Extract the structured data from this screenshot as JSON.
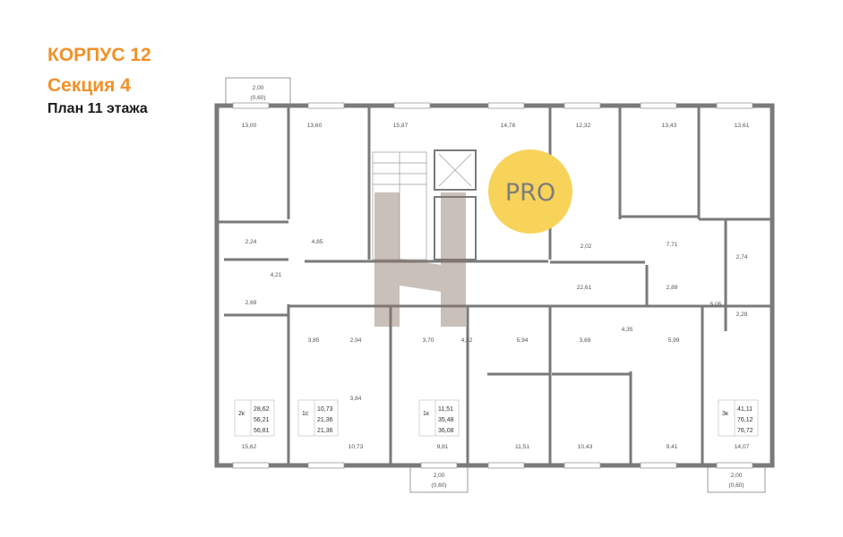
{
  "header": {
    "building": "КОРПУС 12",
    "section": "Секция 4",
    "floor_plan": "План 11 этажа"
  },
  "badge": {
    "text": "PRO",
    "color": "#f8d35a"
  },
  "colors": {
    "accent": "#f0912a",
    "wall": "#7a7a7a"
  },
  "rooms": {
    "r1": "13,00",
    "r2": "13,60",
    "r3": "15,87",
    "r4": "14,76",
    "r5": "12,32",
    "r6": "13,43",
    "r7": "13,61",
    "r8": "2,24",
    "r9": "4,85",
    "r10": "2,02",
    "r11": "7,71",
    "r12": "2,74",
    "r13": "4,21",
    "r14": "22,61",
    "r15": "2,89",
    "r16": "2,69",
    "r17": "5,05",
    "r18": "2,28",
    "r19": "3,85",
    "r20": "2,94",
    "r21": "3,70",
    "r22": "4,52",
    "r23": "5,94",
    "r24": "3,69",
    "r25": "4,35",
    "r26": "5,99",
    "r27": "3,84",
    "r28": "15,62",
    "r29": "10,73",
    "r30": "9,81",
    "r31": "11,51",
    "r32": "10,43",
    "r33": "9,41",
    "r34": "14,07"
  },
  "balconies": {
    "top": {
      "area": "2,00",
      "sub": "(0,60)"
    },
    "bottom_middle": {
      "area": "2,00",
      "sub": "(0,60)"
    },
    "bottom_right": {
      "area": "2,00",
      "sub": "(0,60)"
    }
  },
  "apartments": [
    {
      "type": "2к",
      "living": "28,62",
      "total": "56,21",
      "total_with_balcony": "56,81"
    },
    {
      "type": "1с",
      "living": "10,73",
      "total": "21,36",
      "total_with_balcony": "21,36"
    },
    {
      "type": "1к",
      "living": "11,51",
      "total": "35,48",
      "total_with_balcony": "36,08"
    },
    {
      "type": "3к",
      "living": "41,11",
      "total": "76,12",
      "total_with_balcony": "76,72"
    }
  ]
}
